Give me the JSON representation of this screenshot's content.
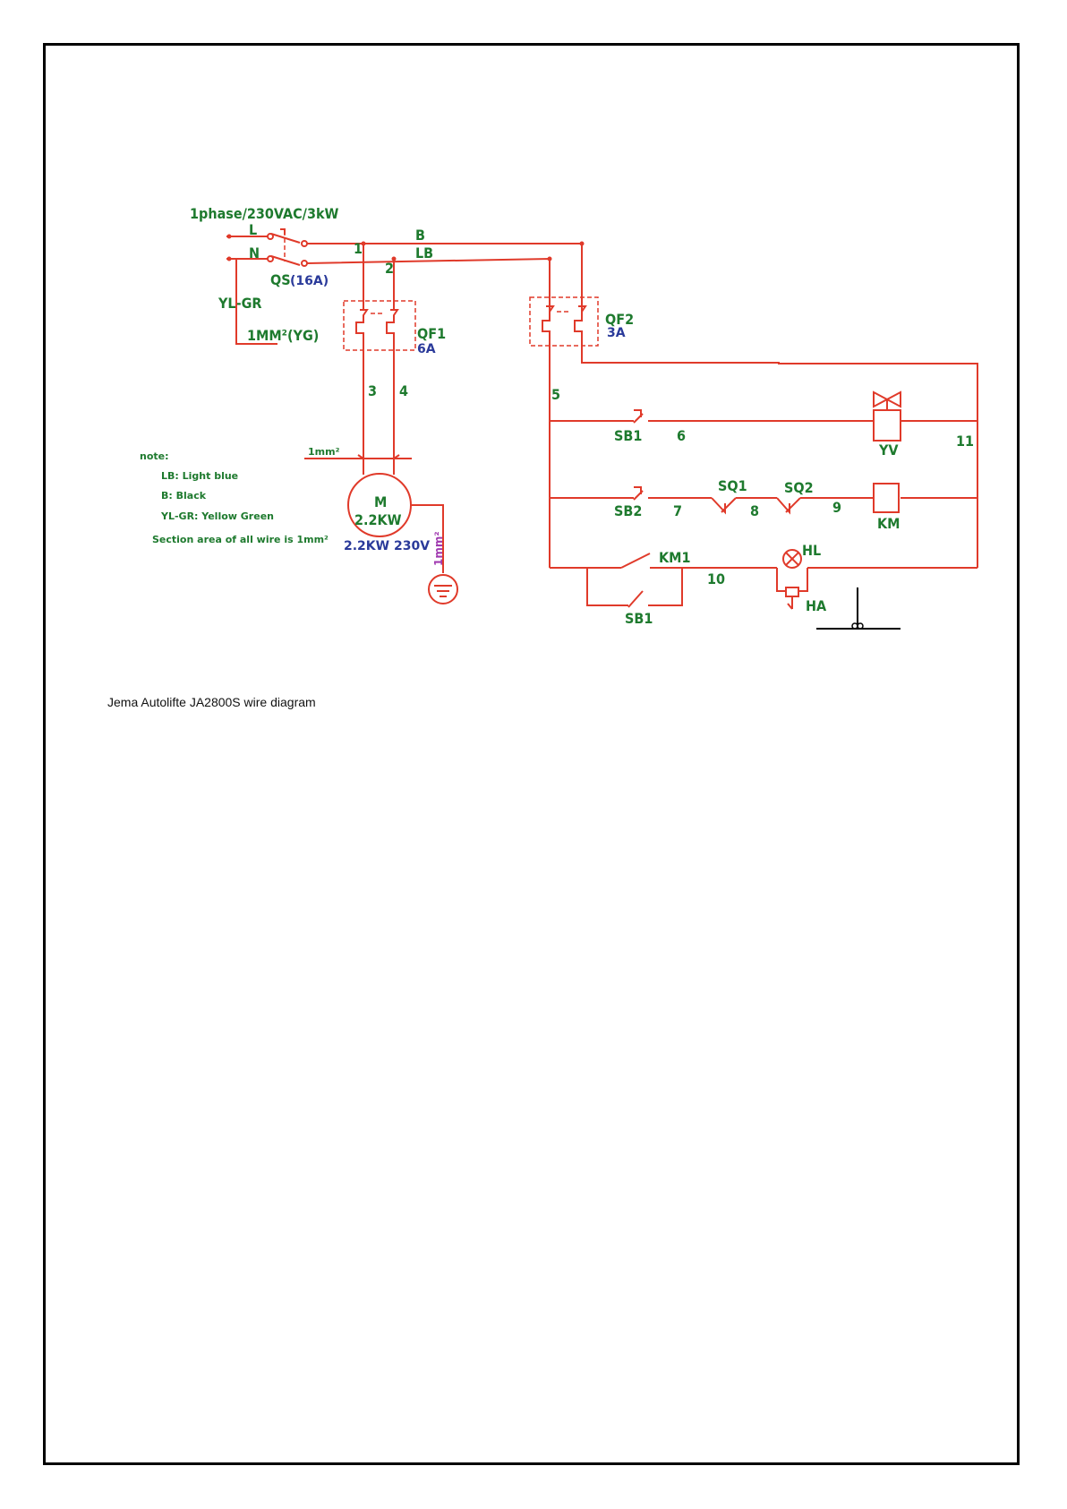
{
  "caption": "Jema Autolifte JA2800S wire diagram",
  "colors": {
    "wire": "#e03a2a",
    "label": "#1e7a2e",
    "blue": "#2a3a9a",
    "purple": "#a03ab0"
  },
  "supply": {
    "title": "1phase/230VAC/3kW",
    "L": "L",
    "N": "N",
    "ground": "YL-GR",
    "ground_section": "1MM²(YG)"
  },
  "switch": {
    "name": "QS",
    "rating": "(16A)"
  },
  "breaker1": {
    "name": "QF1",
    "rating": "6A"
  },
  "breaker2": {
    "name": "QF2",
    "rating": "3A"
  },
  "wires": {
    "w1": "1",
    "w2": "2",
    "w3": "3",
    "w4": "4",
    "w5": "5",
    "w6": "6",
    "w7": "7",
    "w8": "8",
    "w9": "9",
    "w10": "10",
    "w11": "11",
    "B": "B",
    "LB": "LB"
  },
  "motor": {
    "name": "M",
    "power": "2.2KW",
    "rating": "2.2KW 230V",
    "wire_section": "1mm²",
    "ground_section": "1mm²"
  },
  "components": {
    "SB1": "SB1",
    "SB2": "SB2",
    "SQ1": "SQ1",
    "SQ2": "SQ2",
    "YV": "YV",
    "KM": "KM",
    "KM1": "KM1",
    "HL": "HL",
    "HA": "HA",
    "SB1b": "SB1"
  },
  "notes": {
    "title": "note:",
    "lines": [
      "LB: Light blue",
      "B: Black",
      "YL-GR: Yellow Green",
      "Section area of all wire is 1mm²"
    ]
  }
}
